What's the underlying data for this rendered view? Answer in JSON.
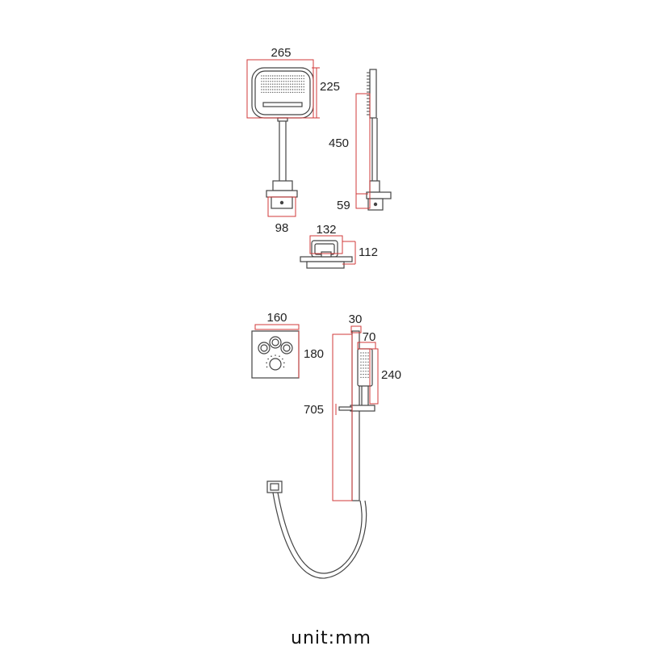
{
  "dimensions": {
    "head_width": "265",
    "head_height": "225",
    "arm_length": "450",
    "base_height": "59",
    "base_width": "98",
    "flange_width": "132",
    "flange_height": "112",
    "panel_width": "160",
    "panel_height": "180",
    "rail_width": "30",
    "handset_width": "70",
    "handset_height": "240",
    "rail_length": "705"
  },
  "unit_label": "unit:mm",
  "colors": {
    "dimension_line": "#d23a3a",
    "outline": "#444444",
    "text": "#222222"
  }
}
